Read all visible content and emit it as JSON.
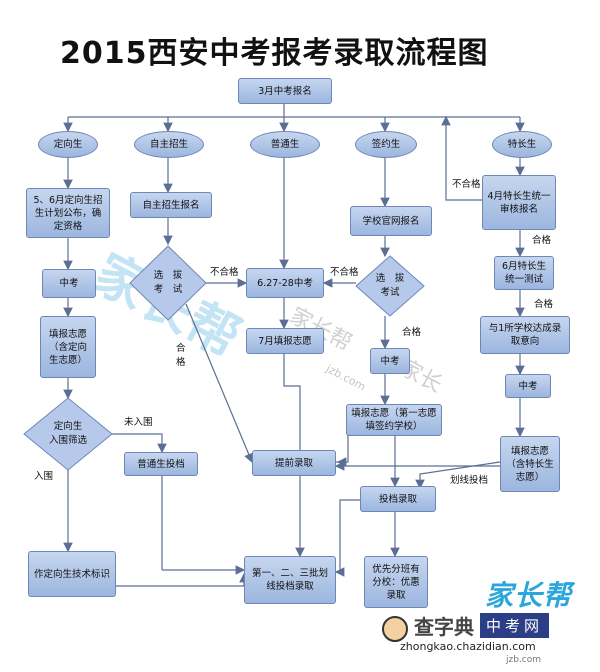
{
  "title": "2015西安中考报考录取流程图",
  "nodes": {
    "n_register": "3月中考报名",
    "n_dxs": "定向生",
    "n_zzzs": "自主招生",
    "n_ptsheng": "普通生",
    "n_qys": "签约生",
    "n_tcs": "特长生",
    "n_dxs_plan": "5、6月定向生招生计划公布，确定资格",
    "n_zz_reg": "自主招生报名",
    "n_school_reg": "学校官网报名",
    "n_tc_test": "4月特长生统一审核报名",
    "n_tc_june": "6月特长生统一测试",
    "n_tc_agree": "与1所学校达成录取意向",
    "n_zk1": "中考",
    "n_exam": "6.27-28中考",
    "n_zk2": "中考",
    "n_zk3": "中考",
    "n_fill1": "填报志愿（含定向生志愿）",
    "n_fill_july": "7月填报志愿",
    "n_fill_qy": "填报志愿（第一志愿填签约学校）",
    "n_fill_tc": "填报志愿（含特长生志愿）",
    "n_ptsd": "普通生投档",
    "n_early": "提前录取",
    "n_tdlq": "投档录取",
    "n_dx_mark": "作定向生技术标识",
    "n_batch": "第一、二、三批划线投档录取",
    "n_priority": "优先分班有分校：优惠录取"
  },
  "diamonds": {
    "d_select1": "选　拔\n考　试",
    "d_select2": "选　拔\n考试",
    "d_dxs_screen": "定向生\n入围筛选"
  },
  "labels": {
    "fail1": "不合格",
    "fail2": "不合格",
    "fail3": "不合格",
    "pass_zz": "合\n格",
    "pass_qy": "合格",
    "pass_tc1": "合格",
    "pass_tc2": "合格",
    "not_in": "未入围",
    "in": "入围",
    "line_tc": "划线投档"
  },
  "watermark": {
    "w1": "家长帮",
    "w2": "家长帮",
    "w3": "jzb.com",
    "w4": "家长"
  },
  "branding": {
    "logo": "家长帮",
    "site_a": "查字典",
    "site_b": "中考网",
    "domain": "zhongkao.chazidian.com",
    "jzb": "jzb.com"
  },
  "colors": {
    "node_fill": "#b6c9ea",
    "node_border": "#6d87b8",
    "line": "#5b6f95"
  }
}
